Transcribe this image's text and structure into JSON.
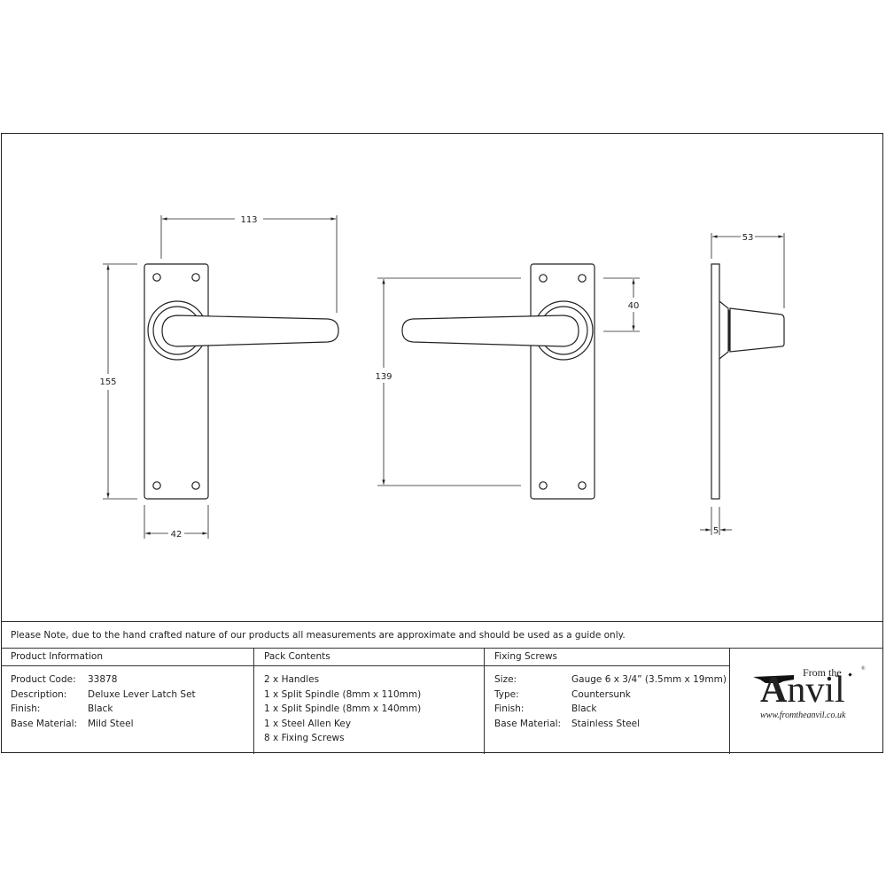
{
  "drawing": {
    "front_view_left": {
      "dim_width_handle": "113",
      "dim_height_plate": "155",
      "dim_width_plate": "42"
    },
    "front_view_right": {
      "dim_fixing_centres": "139",
      "dim_rose_to_hole": "40"
    },
    "side_view": {
      "dim_projection": "53",
      "dim_plate_thickness": "5"
    }
  },
  "note": "Please Note, due to the hand crafted nature of our products all measurements are approximate and should be used as a guide only.",
  "product_information": {
    "heading": "Product Information",
    "rows": [
      {
        "label": "Product Code:",
        "value": "33878"
      },
      {
        "label": "Description:",
        "value": "Deluxe Lever Latch Set"
      },
      {
        "label": "Finish:",
        "value": "Black"
      },
      {
        "label": "Base Material:",
        "value": "Mild Steel"
      }
    ]
  },
  "pack_contents": {
    "heading": "Pack Contents",
    "items": [
      "2 x Handles",
      "1 x Split Spindle (8mm x 110mm)",
      "1 x Split Spindle (8mm x 140mm)",
      "1 x Steel Allen Key",
      "8 x Fixing Screws"
    ]
  },
  "fixing_screws": {
    "heading": "Fixing Screws",
    "rows": [
      {
        "label": "Size:",
        "value": "Gauge 6 x 3/4” (3.5mm x 19mm)"
      },
      {
        "label": "Type:",
        "value": "Countersunk"
      },
      {
        "label": "Finish:",
        "value": "Black"
      },
      {
        "label": "Base Material:",
        "value": "Stainless Steel"
      }
    ]
  },
  "logo": {
    "from_the": "From the",
    "brand_first": "A",
    "brand_rest": "nvil",
    "registered": "®",
    "url": "www.fromtheanvil.co.uk"
  }
}
